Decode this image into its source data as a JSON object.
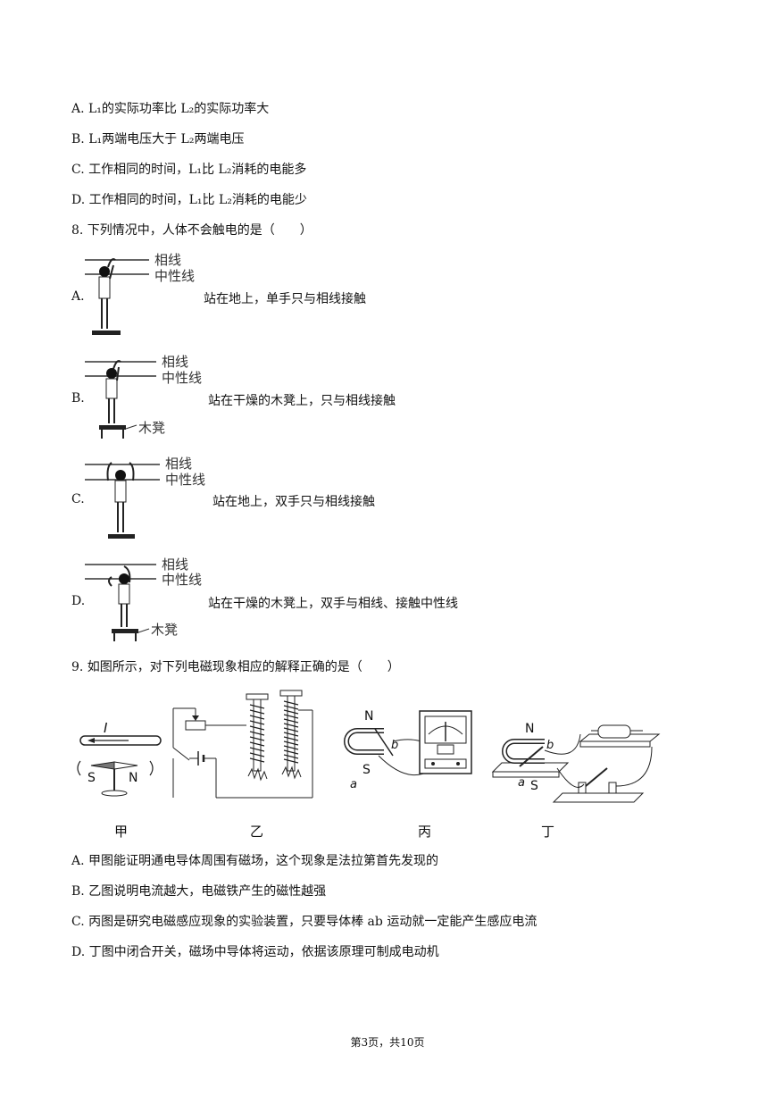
{
  "q7_options": {
    "A": "A. L₁的实际功率比 L₂的实际功率大",
    "B": "B. L₁两端电压大于 L₂两端电压",
    "C": "C. 工作相同的时间，L₁比 L₂消耗的电能多",
    "D": "D. 工作相同的时间，L₁比 L₂消耗的电能少"
  },
  "q8": {
    "stem": "8. 下列情况中，人体不会触电的是（　　）",
    "options": [
      {
        "label": "A.",
        "caption": "站在地上，单手只与相线接触",
        "wire1": "相线",
        "wire2": "中性线",
        "stand": ""
      },
      {
        "label": "B.",
        "caption": "站在干燥的木凳上，只与相线接触",
        "wire1": "相线",
        "wire2": "中性线",
        "stand": "木凳"
      },
      {
        "label": "C.",
        "caption": "站在地上，双手只与相线接触",
        "wire1": "相线",
        "wire2": "中性线",
        "stand": ""
      },
      {
        "label": "D.",
        "caption": "站在干燥的木凳上，双手与相线、接触中性线",
        "wire1": "相线",
        "wire2": "中性线",
        "stand": "木凳"
      }
    ]
  },
  "q9": {
    "stem": "9. 如图所示，对下列电磁现象相应的解释正确的是（　　）",
    "figures": {
      "jia": {
        "label": "甲",
        "current": "I",
        "south": "S",
        "north": "N"
      },
      "yi": {
        "label": "乙"
      },
      "bing": {
        "label": "丙",
        "north": "N",
        "south": "S",
        "a": "a",
        "b": "b"
      },
      "ding": {
        "label": "丁",
        "north": "N",
        "south": "S",
        "a": "a",
        "b": "b"
      }
    },
    "options": {
      "A": "A. 甲图能证明通电导体周围有磁场，这个现象是法拉第首先发现的",
      "B": "B. 乙图说明电流越大，电磁铁产生的磁性越强",
      "C": "C. 丙图是研究电磁感应现象的实验装置，只要导体棒 ab 运动就一定能产生感应电流",
      "D": "D. 丁图中闭合开关，磁场中导体将运动，依据该原理可制成电动机"
    }
  },
  "footer": "第3页，共10页"
}
